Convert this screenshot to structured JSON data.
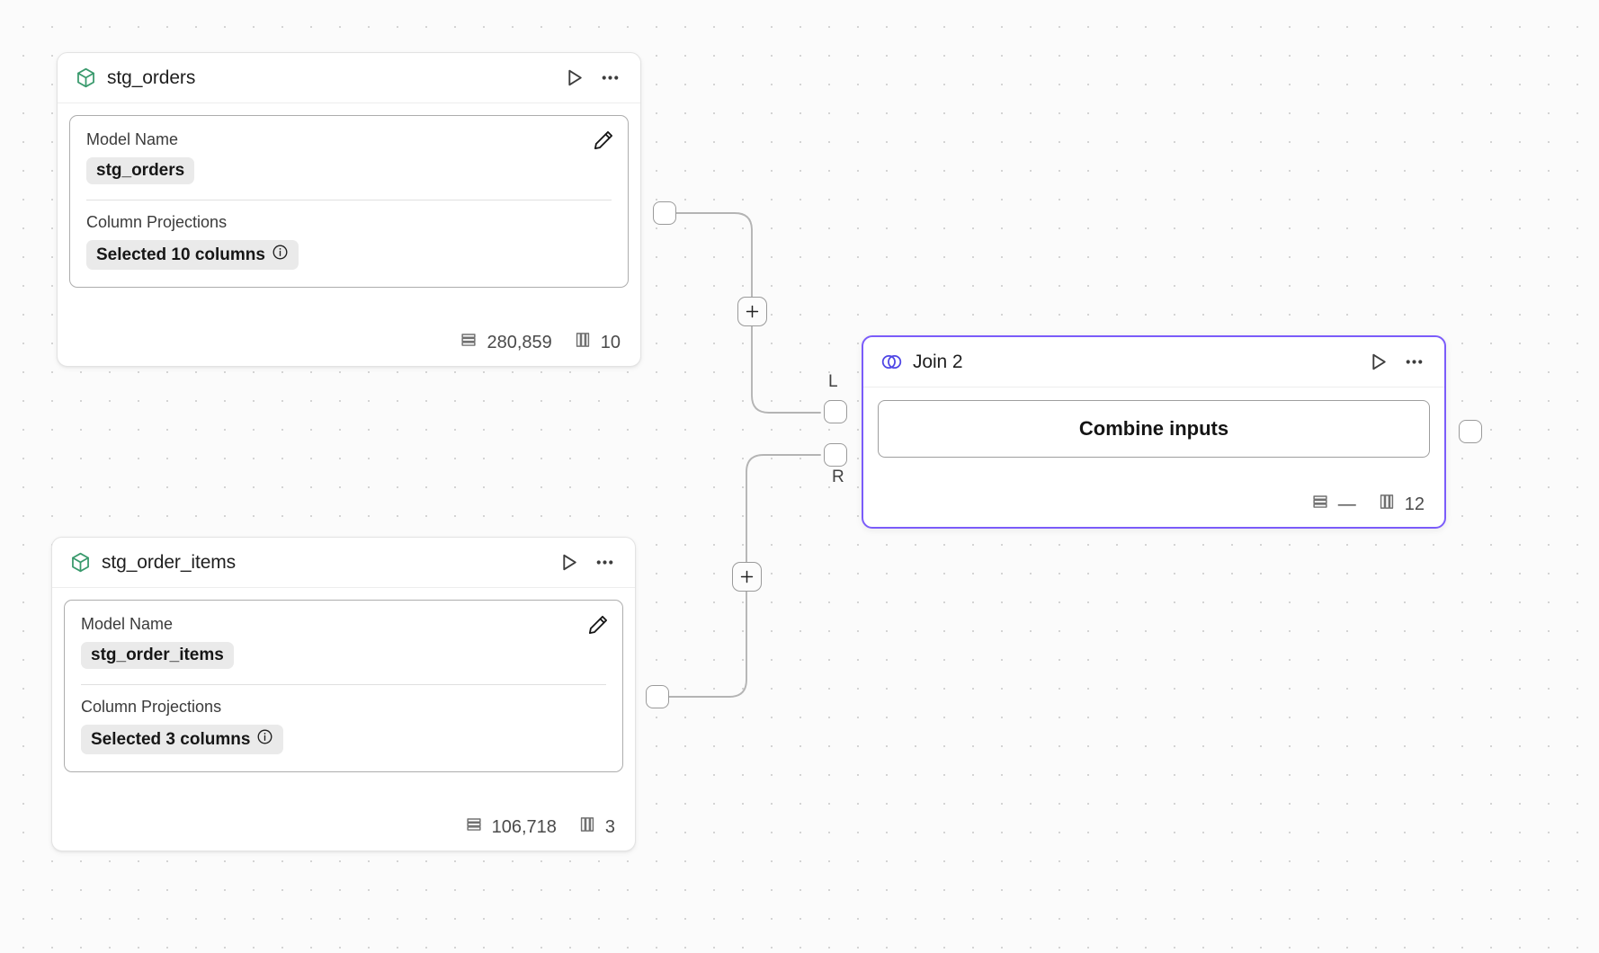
{
  "canvas": {
    "background_color": "#fbfbfb",
    "grid_dot_color": "#d4d4d4",
    "accent_color": "#7b5cfa",
    "model_icon_color": "#3a9a6d",
    "edge_color": "#b4b4b4"
  },
  "nodes": [
    {
      "id": "stg_orders",
      "type": "model",
      "icon": "cube-icon",
      "title": "stg_orders",
      "selected": false,
      "actions": {
        "run_label": "run-icon",
        "menu_label": "more-options-icon"
      },
      "fields": [
        {
          "label": "Model Name",
          "value": "stg_orders",
          "has_info": false
        },
        {
          "label": "Column Projections",
          "value": "Selected 10 columns",
          "has_info": true
        }
      ],
      "footer": {
        "rows_icon": "rows-icon",
        "rows": "280,859",
        "cols_icon": "columns-icon",
        "cols": "10"
      }
    },
    {
      "id": "stg_order_items",
      "type": "model",
      "icon": "cube-icon",
      "title": "stg_order_items",
      "selected": false,
      "actions": {
        "run_label": "run-icon",
        "menu_label": "more-options-icon"
      },
      "fields": [
        {
          "label": "Model Name",
          "value": "stg_order_items",
          "has_info": false
        },
        {
          "label": "Column Projections",
          "value": "Selected 3 columns",
          "has_info": true
        }
      ],
      "footer": {
        "rows_icon": "rows-icon",
        "rows": "106,718",
        "cols_icon": "columns-icon",
        "cols": "3"
      }
    },
    {
      "id": "join_2",
      "type": "join",
      "icon": "venn-icon",
      "title": "Join 2",
      "selected": true,
      "actions": {
        "run_label": "run-icon",
        "menu_label": "more-options-icon"
      },
      "button_label": "Combine inputs",
      "input_labels": {
        "left": "L",
        "right": "R"
      },
      "footer": {
        "rows_icon": "rows-icon",
        "rows": "—",
        "cols_icon": "columns-icon",
        "cols": "12"
      }
    }
  ],
  "edges": [
    {
      "id": "edge-orders-to-join-left",
      "from": "stg_orders",
      "to": "join_2",
      "to_port": "L",
      "plus_label": "+"
    },
    {
      "id": "edge-items-to-join-right",
      "from": "stg_order_items",
      "to": "join_2",
      "to_port": "R",
      "plus_label": "+"
    }
  ]
}
